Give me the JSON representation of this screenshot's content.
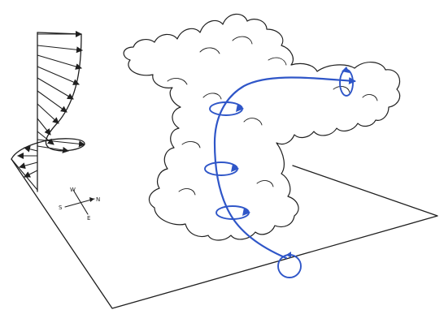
{
  "compass": {
    "north": "N",
    "south": "S",
    "east": "E",
    "west": "W"
  },
  "colors": {
    "ink": "#1f1f1f",
    "vorticity": "#2f56c8",
    "background": "#ffffff"
  },
  "icons": {
    "vortex_tube": "vortex-tube-icon",
    "rotation_ring": "rotation-ring-icon",
    "wind_profile_arrow": "wind-arrow-icon"
  }
}
